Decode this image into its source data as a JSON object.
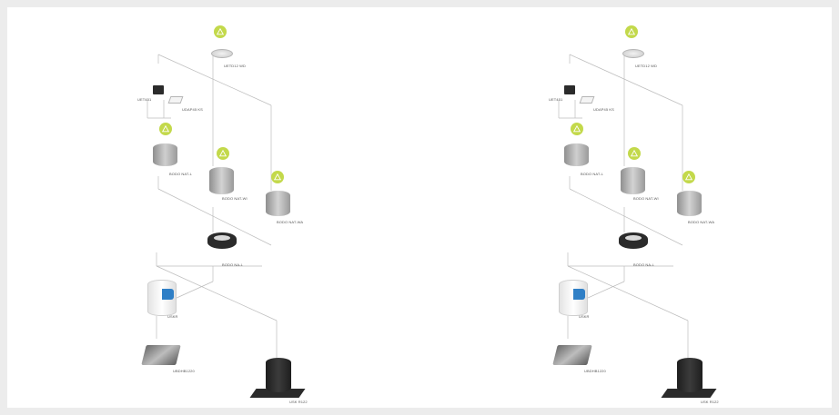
{
  "colors": {
    "background": "#ffffff",
    "page": "#ececec",
    "badge": "#c3d94b",
    "line": "#bdbdbd",
    "metal": "#a9a9a9",
    "dark": "#2b2b2b",
    "accent_blue": "#2f7fc6"
  },
  "icons": {
    "badge": "recycle-triangle-icon"
  },
  "diagrams": [
    {
      "labels": {
        "uetd": "UETD12 WD",
        "uet": "UET451",
        "udap": "UDAP45 KS",
        "nat_l": "BODO NAT-L",
        "nat_wi": "BODO NAT-WI",
        "nat_wa": "BODO NAT-WA",
        "na_l": "BODO NA-L",
        "usk": "USKR",
        "ubdh": "UBDHB1220",
        "usk_r": "USK R122"
      }
    },
    {
      "labels": {
        "uetd": "UETD12 WD",
        "uet": "UET451",
        "udap": "UDAP45 KS",
        "nat_l": "BODO NAT-L",
        "nat_wi": "BODO NAT-WI",
        "nat_wa": "BODO NAT-WA",
        "na_l": "BODO NA-L",
        "usk": "USKR",
        "ubdh": "UBDHB1220",
        "usk_r": "USK R122"
      }
    }
  ]
}
